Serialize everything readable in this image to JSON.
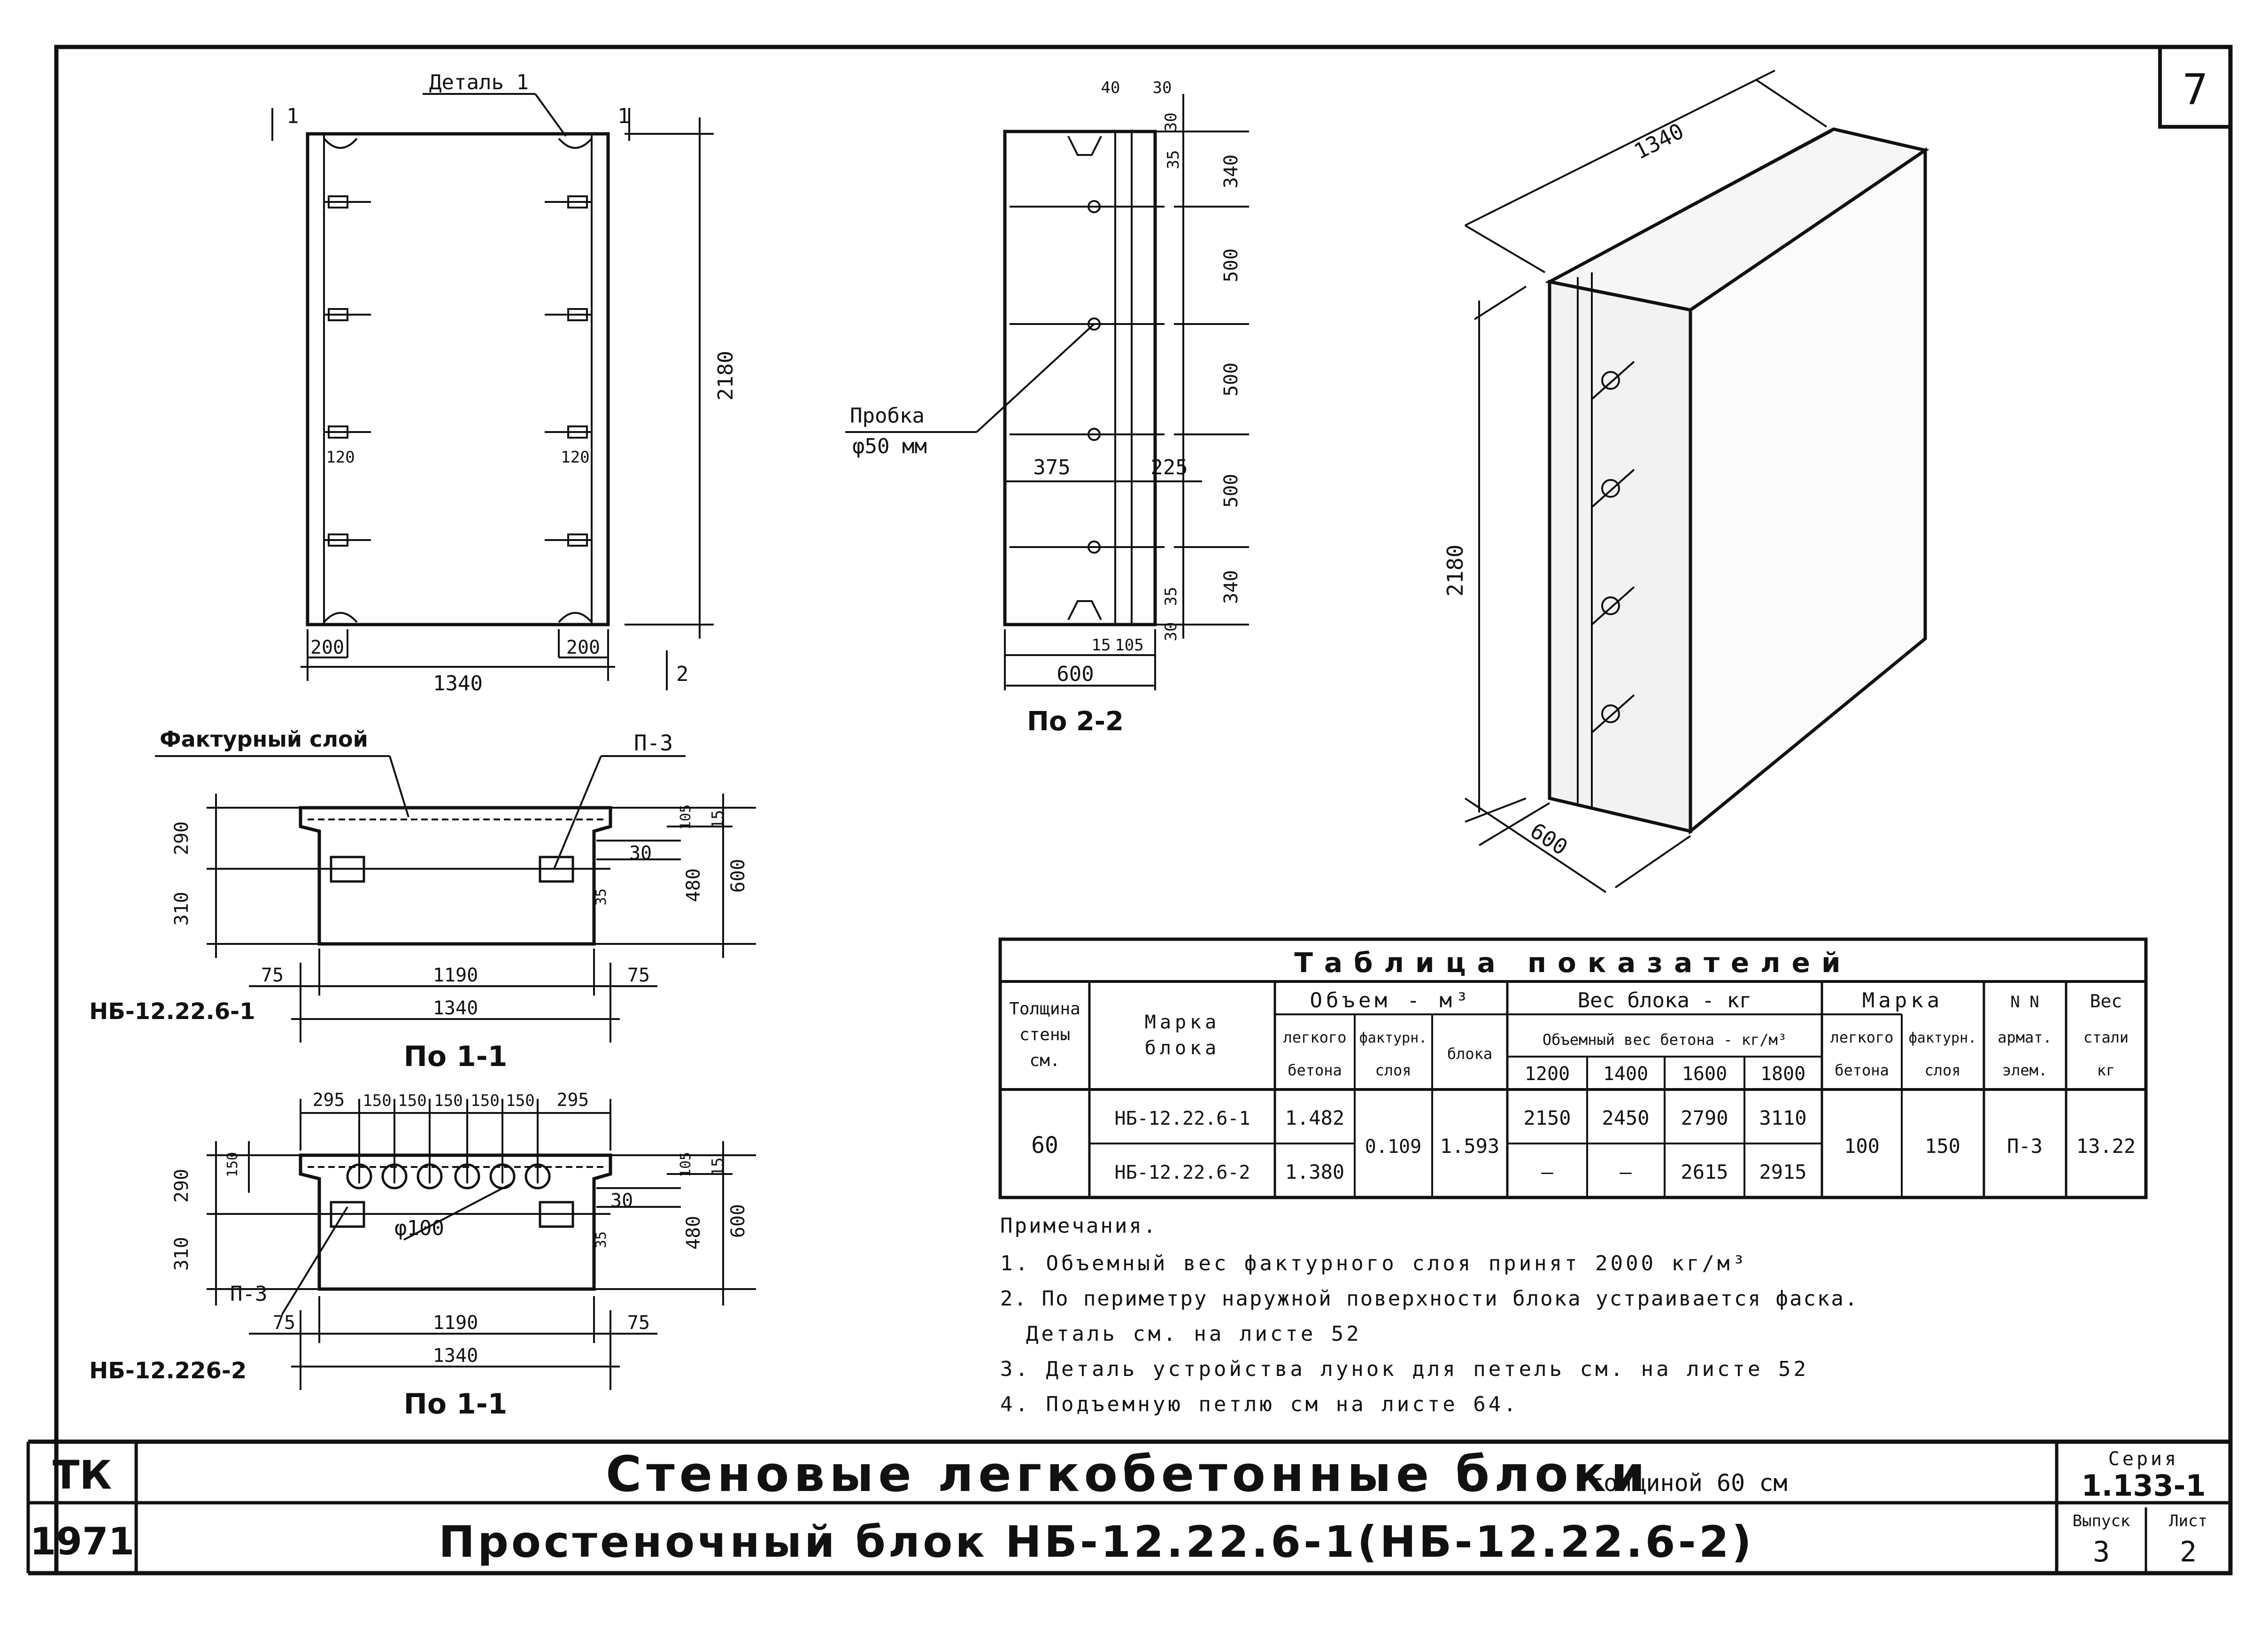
{
  "sheet": {
    "page_number": "7",
    "stamp_left_top": "ТК",
    "stamp_left_bottom": "1971",
    "title_main": "Стеновые легкобетонные блоки",
    "title_main_suffix": "толщиной 60 см",
    "title_sub": "Простеночный блок НБ-12.22.6-1(НБ-12.22.6-2)",
    "series_label": "Серия",
    "series_value": "1.133-1",
    "issue_label": "Выпуск",
    "issue_value": "3",
    "sheet_label": "Лист",
    "sheet_value": "2"
  },
  "front_view": {
    "detail_label": "Деталь 1",
    "cut_top_left": "1",
    "cut_top_right": "1",
    "cut_marker_2": "2",
    "dim_height": "2180",
    "dim_width": "1340",
    "dim_200_left": "200",
    "dim_200_right": "200",
    "dim_120_left": "120",
    "dim_120_right": "120"
  },
  "side_view": {
    "title": "По 2-2",
    "plug_label_1": "Пробка",
    "plug_label_2": "φ50 мм",
    "dim_40": "40",
    "dim_30_top": "30",
    "dim_30_b": "30",
    "dim_35_top": "35",
    "dim_340_top": "340",
    "dim_500_1": "500",
    "dim_500_2": "500",
    "dim_500_3": "500",
    "dim_340_bot": "340",
    "dim_35_bot": "35",
    "dim_30_bot": "30",
    "dim_375": "375",
    "dim_225": "225",
    "dim_15": "15",
    "dim_105": "105",
    "dim_600": "600"
  },
  "iso_view": {
    "dim_1340": "1340",
    "dim_2180": "2180",
    "dim_600": "600"
  },
  "section_1": {
    "label_layer": "Фактурный слой",
    "label_p3": "П-3",
    "mark": "НБ-12.22.6-1",
    "title": "По 1-1",
    "dim_290": "290",
    "dim_310": "310",
    "dim_105": "105",
    "dim_15": "15",
    "dim_30": "30",
    "dim_35": "35",
    "dim_480": "480",
    "dim_600": "600",
    "dim_75_left": "75",
    "dim_75_right": "75",
    "dim_1190": "1190",
    "dim_1340": "1340"
  },
  "section_2": {
    "label_p3": "П-3",
    "label_hole": "φ100",
    "mark": "НБ-12.226-2",
    "title": "По 1-1",
    "top_dims": [
      "295",
      "150",
      "150",
      "150",
      "150",
      "150",
      "295"
    ],
    "dim_150": "150",
    "dim_290": "290",
    "dim_310": "310",
    "dim_105": "105",
    "dim_15": "15",
    "dim_30": "30",
    "dim_35": "35",
    "dim_480": "480",
    "dim_600": "600",
    "dim_75_left": "75",
    "dim_75_right": "75",
    "dim_1190": "1190",
    "dim_1340": "1340"
  },
  "table": {
    "title": "Таблица показателей",
    "h_thickness": [
      "Толщина",
      "стены",
      "см."
    ],
    "h_mark": [
      "Марка",
      "блока"
    ],
    "h_volume": "Объем - м³",
    "h_vol_light": [
      "легкого",
      "бетона"
    ],
    "h_vol_facing": [
      "фактурн.",
      "слоя"
    ],
    "h_vol_block": "блока",
    "h_weight": "Вес блока - кг",
    "h_weight_sub": "Объемный вес бетона - кг/м³",
    "h_densities": [
      "1200",
      "1400",
      "1600",
      "1800"
    ],
    "h_grade": "Марка",
    "h_grade_light": [
      "легкого",
      "бетона"
    ],
    "h_grade_facing": [
      "фактурн.",
      "слоя"
    ],
    "h_elem": [
      "N N",
      "армат.",
      "элем."
    ],
    "h_steel": [
      "Вес",
      "стали",
      "кг"
    ],
    "thickness": "60",
    "row1_mark": "НБ-12.22.6-1",
    "row1_vol_light": "1.482",
    "row1_w": [
      "2150",
      "2450",
      "2790",
      "3110"
    ],
    "row2_mark": "НБ-12.22.6-2",
    "row2_vol_light": "1.380",
    "row2_w": [
      "—",
      "—",
      "2615",
      "2915"
    ],
    "vol_facing": "0.109",
    "vol_block": "1.593",
    "grade_light": "100",
    "grade_facing": "150",
    "elem": "П-3",
    "steel": "13.22"
  },
  "notes": {
    "title": "Примечания.",
    "n1": "1. Объемный вес фактурного слоя принят 2000 кг/м³",
    "n2a": "2. По периметру наружной поверхности блока устраивается фаска.",
    "n2b": "Деталь см. на листе 52",
    "n3": "3. Деталь устройства лунок для петель см. на листе 52",
    "n4": "4. Подъемную петлю см на листе 64."
  }
}
